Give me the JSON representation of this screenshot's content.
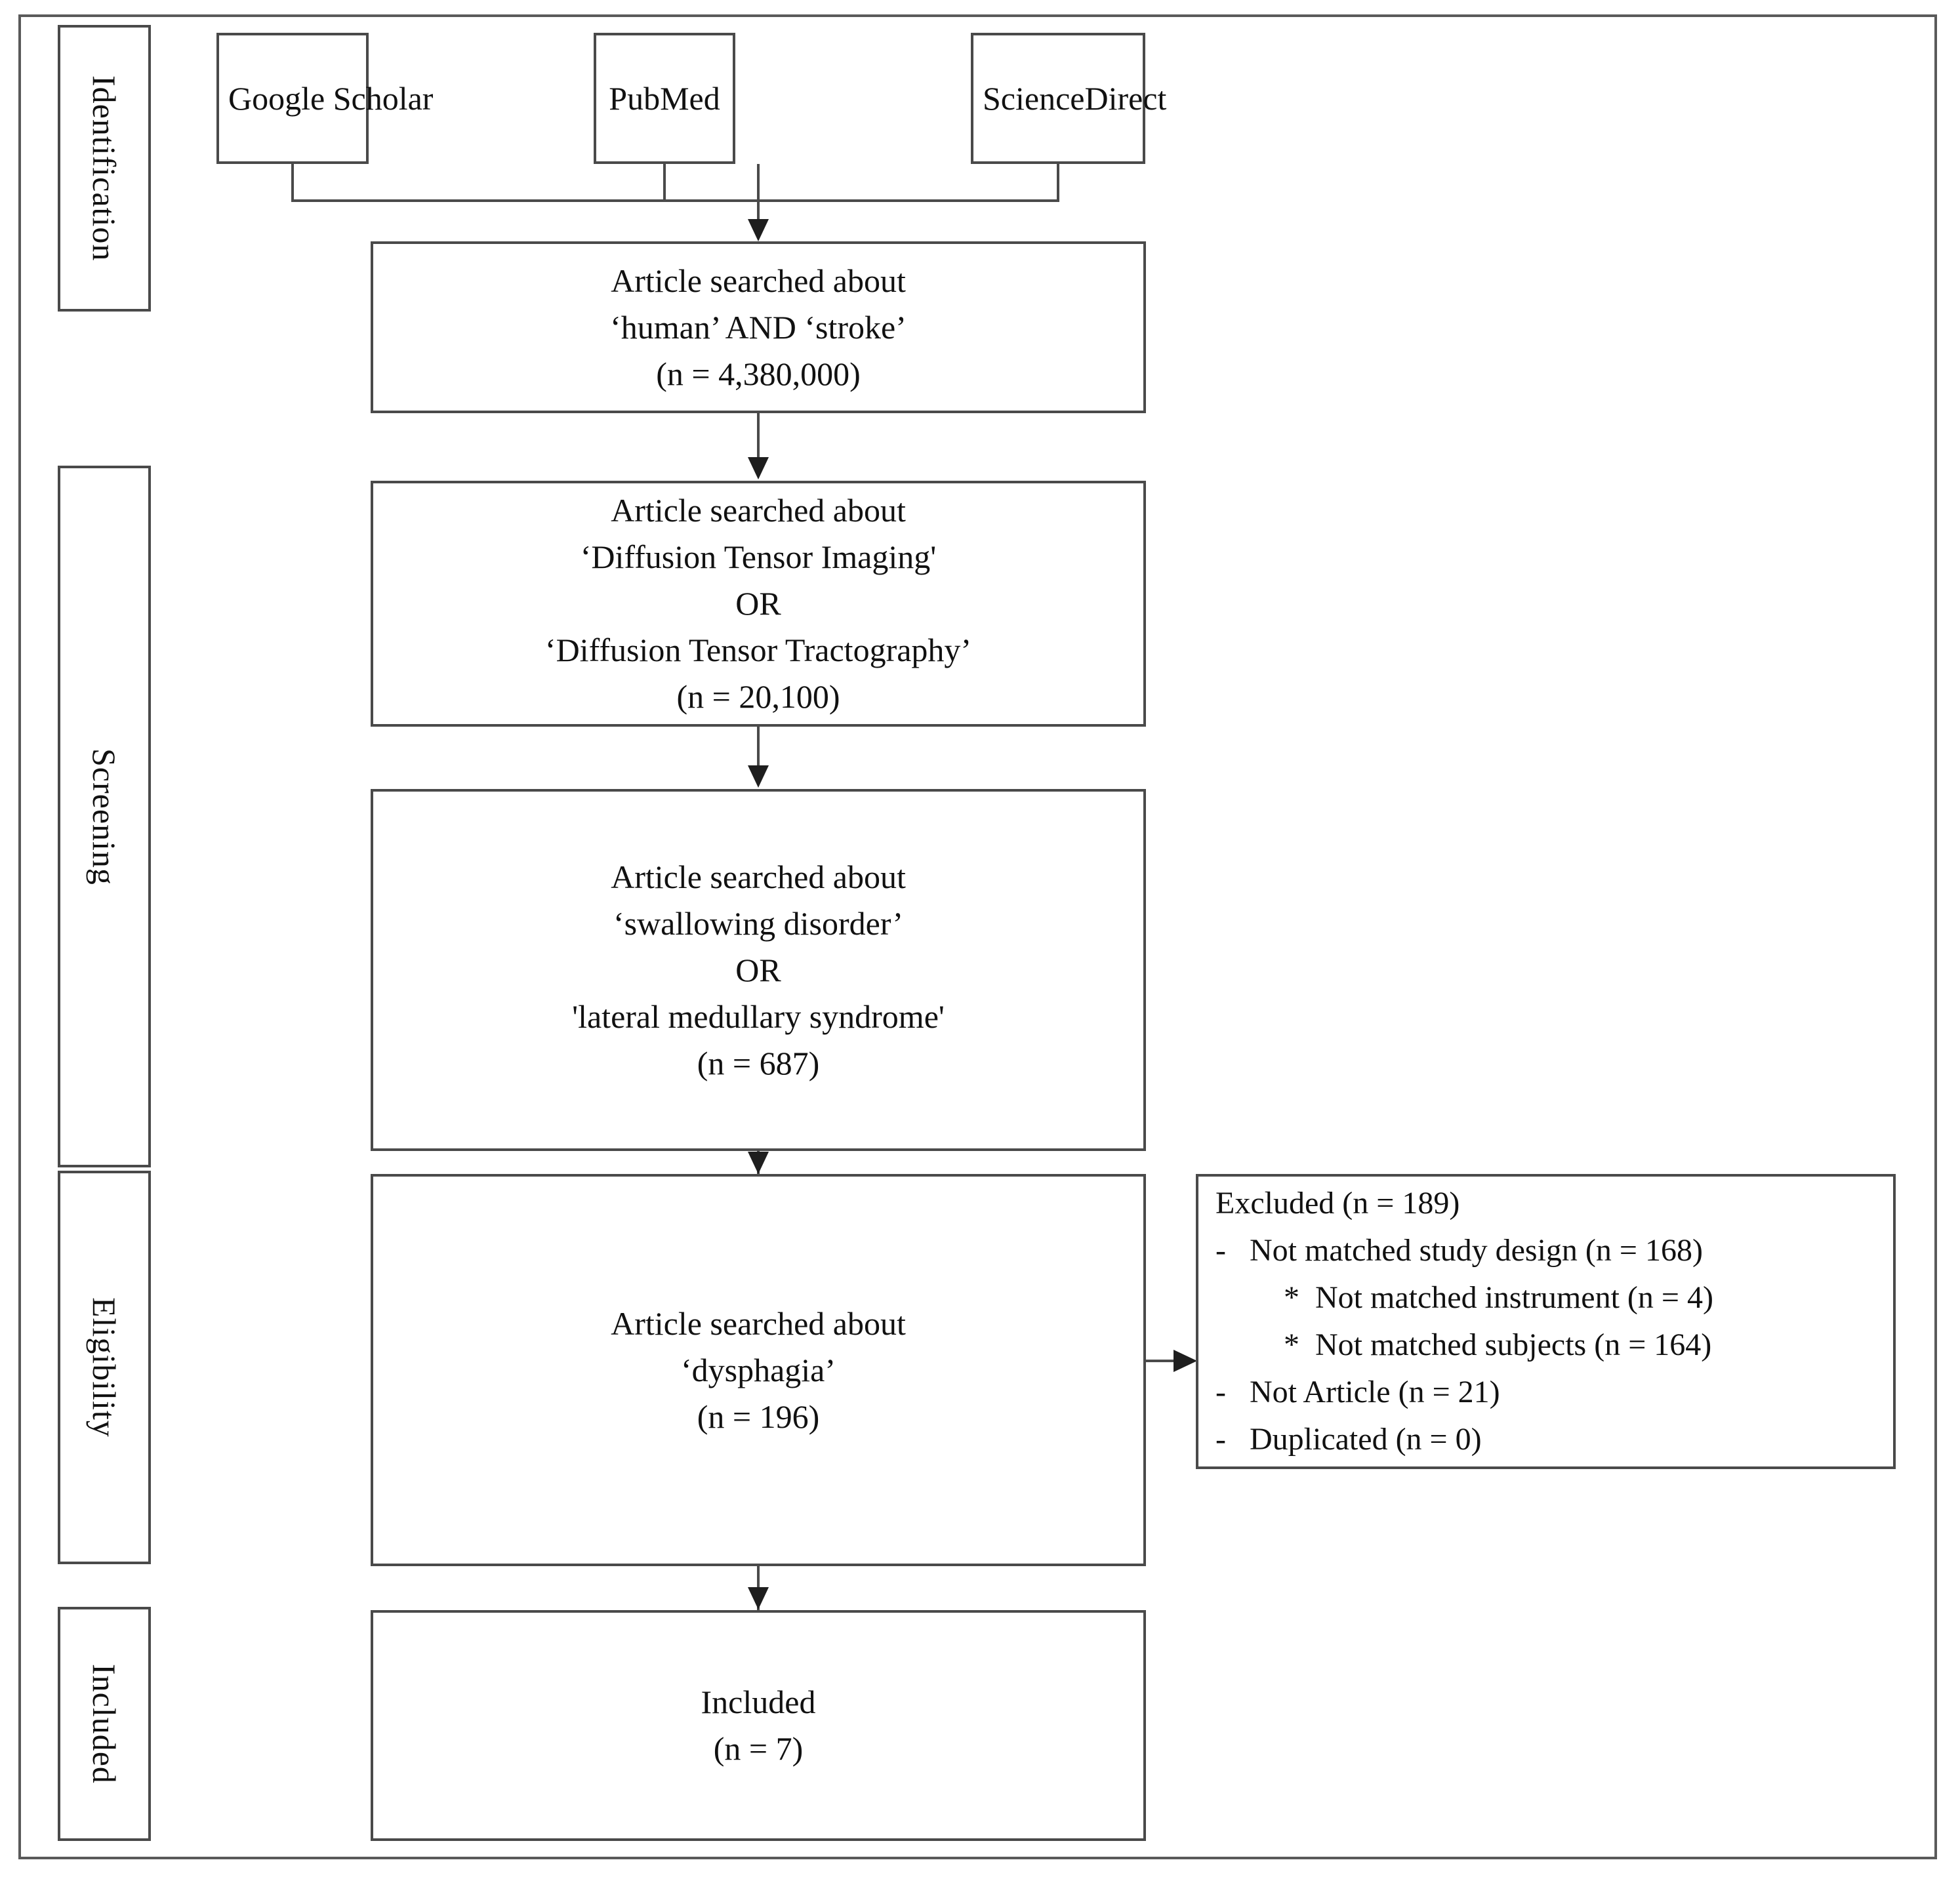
{
  "diagram": {
    "title": "PRISMA study selection flow diagram",
    "stages": [
      {
        "id": "identification",
        "label": "Identification"
      },
      {
        "id": "screening",
        "label": "Screening"
      },
      {
        "id": "eligibility",
        "label": "Eligibility"
      },
      {
        "id": "included",
        "label": "Included"
      }
    ],
    "sources": [
      {
        "id": "google-scholar",
        "label": "Google Scholar"
      },
      {
        "id": "pubmed",
        "label": "PubMed"
      },
      {
        "id": "sciencedirect",
        "label": "ScienceDirect"
      }
    ],
    "boxes": {
      "stroke": {
        "line1": "Article searched about",
        "line2": "‘human’ AND ‘stroke’",
        "line3": "(n = 4,380,000)",
        "count": 4380000
      },
      "dti": {
        "line1": "Article searched about",
        "line2": "‘Diffusion Tensor Imaging'",
        "line3": "OR",
        "line4": "‘Diffusion Tensor Tractography’",
        "line5": "(n = 20,100)",
        "count": 20100
      },
      "swallowing": {
        "line1": "Article searched about",
        "line2": "‘swallowing disorder’",
        "line3": "OR",
        "line4": "'lateral medullary syndrome'",
        "line5": "(n = 687)",
        "count": 687
      },
      "dysphagia": {
        "line1": "Article searched about",
        "line2": "‘dysphagia’",
        "line3": "(n = 196)",
        "count": 196
      },
      "excluded": {
        "heading": "Excluded (n = 189)",
        "total": 189,
        "items": [
          {
            "marker": "-",
            "text": "-   Not matched study design (n = 168)",
            "count": 168,
            "level": 1
          },
          {
            "marker": "*",
            "text": "*  Not matched instrument (n = 4)",
            "count": 4,
            "level": 2
          },
          {
            "marker": "*",
            "text": "*  Not matched subjects (n = 164)",
            "count": 164,
            "level": 2
          },
          {
            "marker": "-",
            "text": "-   Not Article (n = 21)",
            "count": 21,
            "level": 1
          },
          {
            "marker": "-",
            "text": "-   Duplicated (n = 0)",
            "count": 0,
            "level": 1
          }
        ]
      },
      "included": {
        "line1": "Included",
        "line2": "(n = 7)",
        "count": 7
      }
    },
    "colors": {
      "border": "#4a4a4a",
      "frame": "#5a5a5a",
      "connector": "#4a4a4a",
      "arrow": "#1e1e1e",
      "text": "#111111",
      "background": "#ffffff"
    }
  }
}
